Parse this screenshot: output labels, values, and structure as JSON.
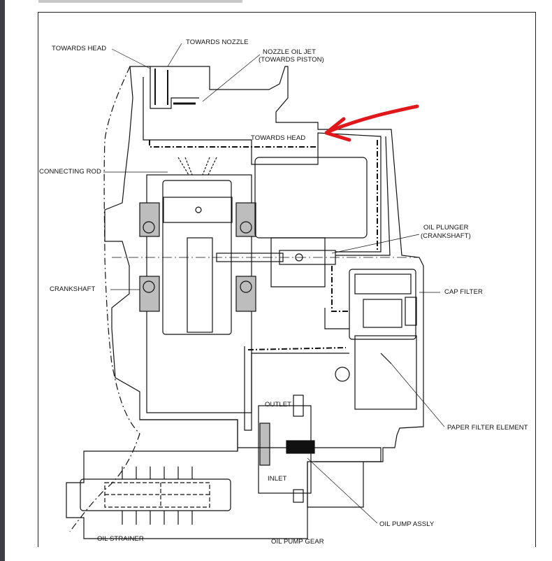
{
  "labels": {
    "towards_head_top": "TOWARDS HEAD",
    "towards_nozzle": "TOWARDS NOZZLE",
    "nozzle_oil_jet_line1": "NOZZLE OIL JET",
    "nozzle_oil_jet_line2": "(TOWARDS PISTON)",
    "towards_head_mid": "TOWARDS HEAD",
    "connecting_rod": "CONNECTING ROD",
    "oil_plunger_line1": "OIL PLUNGER",
    "oil_plunger_line2": "(CRANKSHAFT)",
    "crankshaft": "CRANKSHAFT",
    "cap_filter": "CAP FILTER",
    "outlet": "OUTLET",
    "paper_filter_element": "PAPER FILTER ELEMENT",
    "inlet": "INLET",
    "oil_pump_assly": "OIL PUMP ASSLY",
    "oil_strainer": "OIL STRAINER",
    "oil_pump_gear": "OIL PUMP GEAR"
  },
  "colors": {
    "annotation_arrow": "#e0181b",
    "line": "#111111"
  }
}
